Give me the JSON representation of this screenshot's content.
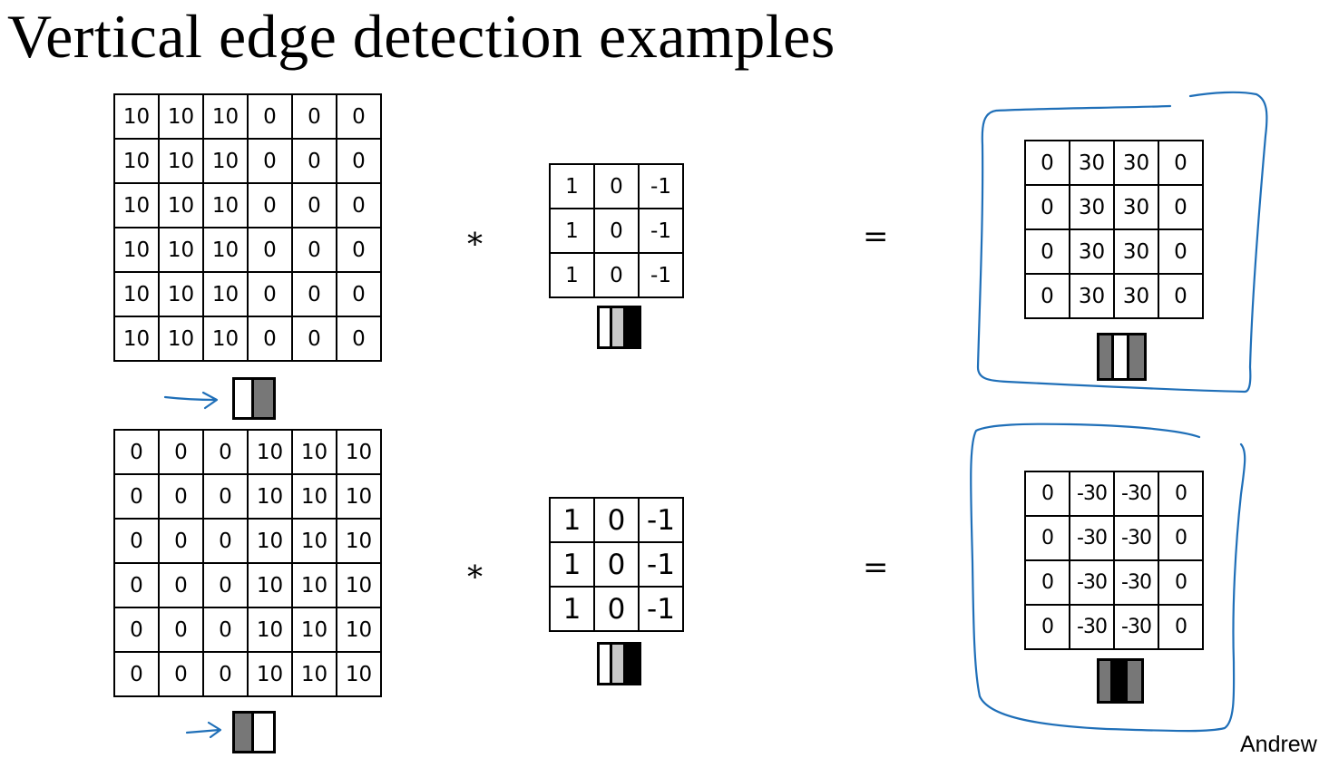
{
  "title": "Vertical edge detection examples",
  "author": "Andrew",
  "colors": {
    "ink": "#000000",
    "pen": "#1f6fb8",
    "gray": "#777777",
    "light_gray": "#c8c8c8"
  },
  "examples": [
    {
      "input": [
        [
          "10",
          "10",
          "10",
          "0",
          "0",
          "0"
        ],
        [
          "10",
          "10",
          "10",
          "0",
          "0",
          "0"
        ],
        [
          "10",
          "10",
          "10",
          "0",
          "0",
          "0"
        ],
        [
          "10",
          "10",
          "10",
          "0",
          "0",
          "0"
        ],
        [
          "10",
          "10",
          "10",
          "0",
          "0",
          "0"
        ],
        [
          "10",
          "10",
          "10",
          "0",
          "0",
          "0"
        ]
      ],
      "operator": "∗",
      "kernel": [
        [
          "1",
          "0",
          "-1"
        ],
        [
          "1",
          "0",
          "-1"
        ],
        [
          "1",
          "0",
          "-1"
        ]
      ],
      "equals": "=",
      "output": [
        [
          "0",
          "30",
          "30",
          "0"
        ],
        [
          "0",
          "30",
          "30",
          "0"
        ],
        [
          "0",
          "30",
          "30",
          "0"
        ],
        [
          "0",
          "30",
          "30",
          "0"
        ]
      ],
      "input_swatch": [
        "white",
        "gray"
      ],
      "kernel_swatch": [
        "white",
        "light_gray",
        "black"
      ],
      "output_swatch": [
        "gray",
        "white",
        "gray"
      ]
    },
    {
      "input": [
        [
          "0",
          "0",
          "0",
          "10",
          "10",
          "10"
        ],
        [
          "0",
          "0",
          "0",
          "10",
          "10",
          "10"
        ],
        [
          "0",
          "0",
          "0",
          "10",
          "10",
          "10"
        ],
        [
          "0",
          "0",
          "0",
          "10",
          "10",
          "10"
        ],
        [
          "0",
          "0",
          "0",
          "10",
          "10",
          "10"
        ],
        [
          "0",
          "0",
          "0",
          "10",
          "10",
          "10"
        ]
      ],
      "operator": "∗",
      "kernel": [
        [
          "1",
          "0",
          "-1"
        ],
        [
          "1",
          "0",
          "-1"
        ],
        [
          "1",
          "0",
          "-1"
        ]
      ],
      "equals": "=",
      "output": [
        [
          "0",
          "-30",
          "-30",
          "0"
        ],
        [
          "0",
          "-30",
          "-30",
          "0"
        ],
        [
          "0",
          "-30",
          "-30",
          "0"
        ],
        [
          "0",
          "-30",
          "-30",
          "0"
        ]
      ],
      "input_swatch": [
        "gray",
        "white"
      ],
      "kernel_swatch": [
        "white",
        "light_gray",
        "black"
      ],
      "output_swatch": [
        "gray",
        "black",
        "gray"
      ]
    }
  ]
}
